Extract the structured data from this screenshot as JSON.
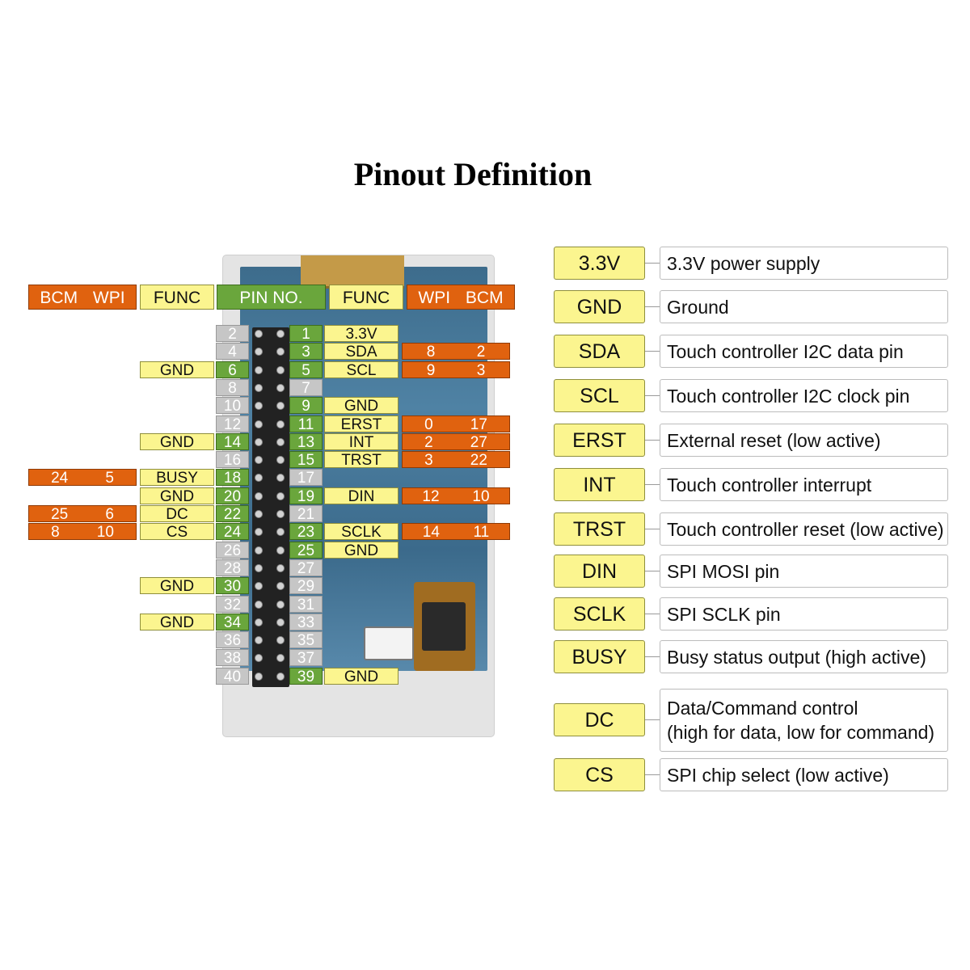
{
  "title": "Pinout Definition",
  "header": {
    "bcm": "BCM",
    "wpi": "WPI",
    "func": "FUNC",
    "pin_no": "PIN NO.",
    "func_right": "FUNC",
    "wpi_right": "WPI",
    "bcm_right": "BCM"
  },
  "pins": {
    "left": [
      "2",
      "4",
      "6",
      "8",
      "10",
      "12",
      "14",
      "16",
      "18",
      "20",
      "22",
      "24",
      "26",
      "28",
      "30",
      "32",
      "34",
      "36",
      "38",
      "40"
    ],
    "right": [
      "1",
      "3",
      "5",
      "7",
      "9",
      "11",
      "13",
      "15",
      "17",
      "19",
      "21",
      "23",
      "25",
      "27",
      "29",
      "31",
      "33",
      "35",
      "37",
      "39"
    ],
    "left_active": [
      false,
      false,
      true,
      false,
      false,
      false,
      true,
      false,
      true,
      true,
      true,
      true,
      false,
      false,
      true,
      false,
      true,
      false,
      false,
      false
    ],
    "right_active": [
      true,
      true,
      true,
      false,
      true,
      true,
      true,
      true,
      false,
      true,
      false,
      true,
      true,
      false,
      false,
      false,
      false,
      false,
      false,
      true
    ]
  },
  "left_funcs": [
    {
      "row": 2,
      "func": "GND"
    },
    {
      "row": 6,
      "func": "GND"
    },
    {
      "row": 8,
      "func": "BUSY",
      "bcm": "24",
      "wpi": "5"
    },
    {
      "row": 9,
      "func": "GND"
    },
    {
      "row": 10,
      "func": "DC",
      "bcm": "25",
      "wpi": "6"
    },
    {
      "row": 11,
      "func": "CS",
      "bcm": "8",
      "wpi": "10"
    },
    {
      "row": 14,
      "func": "GND"
    },
    {
      "row": 16,
      "func": "GND"
    }
  ],
  "right_funcs": [
    {
      "row": 0,
      "func": "3.3V"
    },
    {
      "row": 1,
      "func": "SDA",
      "wpi": "8",
      "bcm": "2"
    },
    {
      "row": 2,
      "func": "SCL",
      "wpi": "9",
      "bcm": "3"
    },
    {
      "row": 4,
      "func": "GND"
    },
    {
      "row": 5,
      "func": "ERST",
      "wpi": "0",
      "bcm": "17"
    },
    {
      "row": 6,
      "func": "INT",
      "wpi": "2",
      "bcm": "27"
    },
    {
      "row": 7,
      "func": "TRST",
      "wpi": "3",
      "bcm": "22"
    },
    {
      "row": 9,
      "func": "DIN",
      "wpi": "12",
      "bcm": "10"
    },
    {
      "row": 11,
      "func": "SCLK",
      "wpi": "14",
      "bcm": "11"
    },
    {
      "row": 12,
      "func": "GND"
    },
    {
      "row": 19,
      "func": "GND"
    }
  ],
  "legend": [
    {
      "code": "3.3V",
      "desc": "3.3V power supply"
    },
    {
      "code": "GND",
      "desc": "Ground"
    },
    {
      "code": "SDA",
      "desc": "Touch controller I2C data pin"
    },
    {
      "code": "SCL",
      "desc": "Touch controller I2C clock pin"
    },
    {
      "code": "ERST",
      "desc": "External reset (low active)"
    },
    {
      "code": "INT",
      "desc": "Touch controller interrupt"
    },
    {
      "code": "TRST",
      "desc": "Touch controller reset (low active)"
    },
    {
      "code": "DIN",
      "desc": "SPI MOSI pin"
    },
    {
      "code": "SCLK",
      "desc": "SPI SCLK pin"
    },
    {
      "code": "BUSY",
      "desc": "Busy status output (high active)"
    },
    {
      "code": "DC",
      "desc": "Data/Command control",
      "desc2": "(high for data, low for command)"
    },
    {
      "code": "CS",
      "desc": "SPI chip select (low active)"
    }
  ],
  "colors": {
    "func_yellow": "#fbf58f",
    "gpio_orange": "#e0620f",
    "pin_green": "#6aa63c",
    "pin_gray": "#c6c6c6"
  }
}
